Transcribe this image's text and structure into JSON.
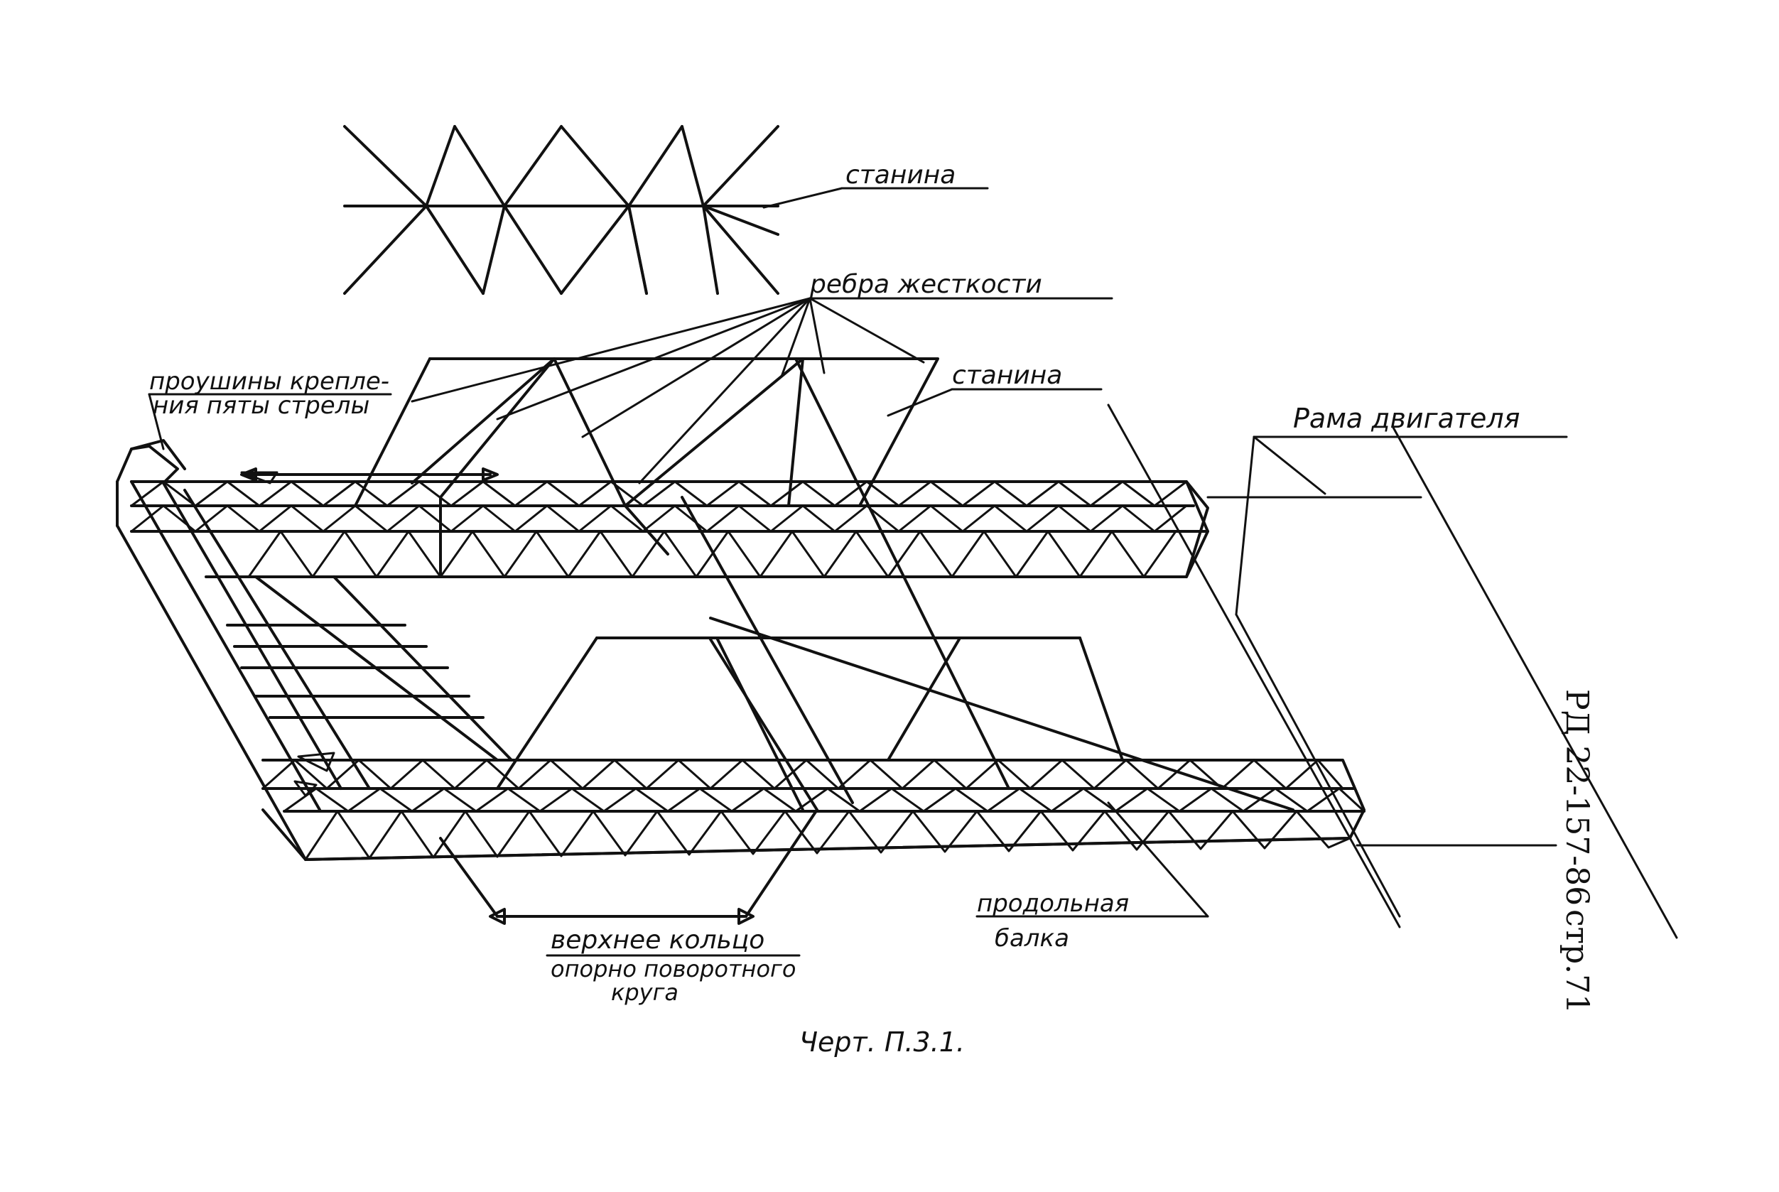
{
  "labels": {
    "stanina_top": "станина",
    "rebra": "ребра жесткости",
    "prouchiny_1": "проушины крепле-",
    "prouchiny_2": "ния пяты стрелы",
    "stanina_mid": "станина",
    "rama": "Рама двигателя",
    "prodolnaya_1": "продольная",
    "prodolnaya_2": "балка",
    "koltso_1": "верхнее кольцо",
    "koltso_2": "опорно поворотного",
    "koltso_3": "круга",
    "caption": "Черт. П.3.1."
  },
  "stamp": {
    "doc": "РД 22-157-86",
    "page": "стр.71"
  }
}
